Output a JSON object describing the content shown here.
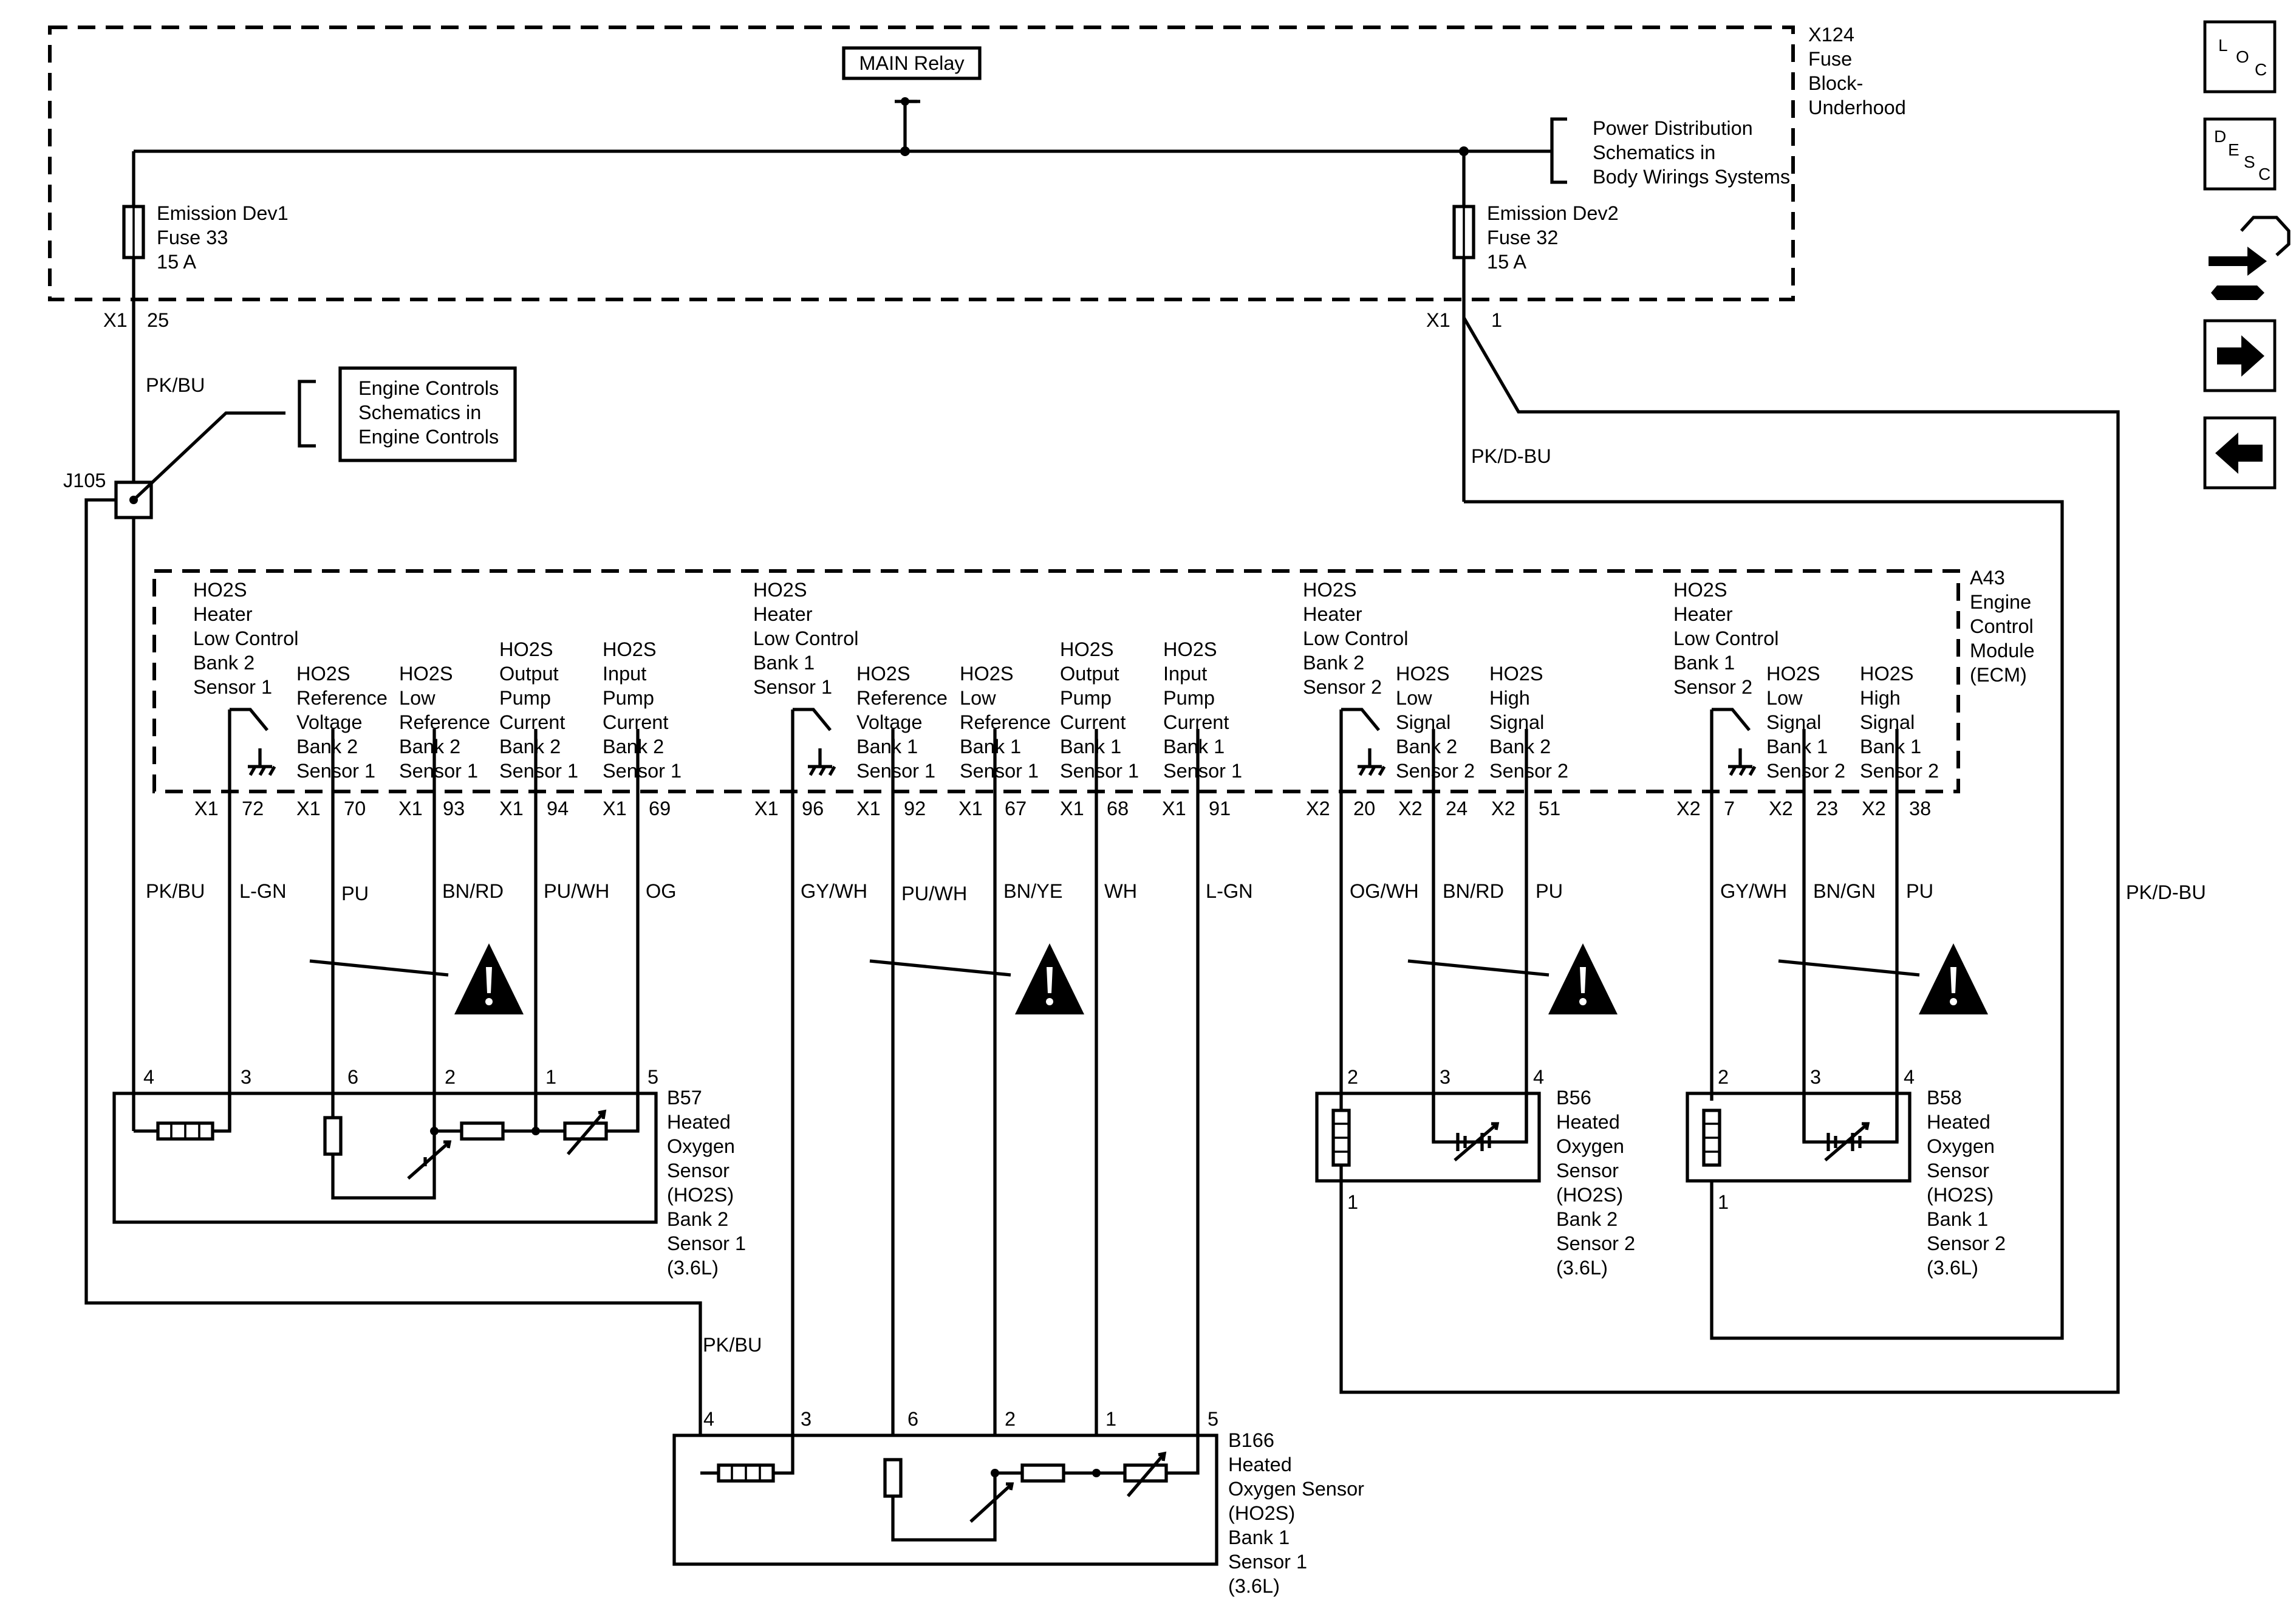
{
  "fuse_block": {
    "id": "X124",
    "name_lines": [
      "Fuse",
      "Block-",
      "Underhood"
    ],
    "main_relay": "MAIN Relay",
    "power_ref": [
      "Power Distribution",
      "Schematics in",
      "Body Wirings Systems"
    ],
    "fuse_left": {
      "lines": [
        "Emission Dev1",
        "Fuse 33",
        "15 A"
      ],
      "connector": "X1",
      "pin": "25"
    },
    "fuse_right": {
      "lines": [
        "Emission Dev2",
        "Fuse 32",
        "15 A"
      ],
      "connector": "X1",
      "pin": "1"
    }
  },
  "splice": {
    "id": "J105"
  },
  "engine_ref": [
    "Engine Controls",
    "Schematics in",
    "Engine Controls"
  ],
  "wires": {
    "feed_left": "PK/BU",
    "feed_right": "PK/D-BU",
    "right_loop": "PK/D-BU",
    "b166_feed": "PK/BU"
  },
  "ecm": {
    "id": "A43",
    "name_lines": [
      "Engine",
      "Control",
      "Module",
      "(ECM)"
    ],
    "groups": [
      {
        "heater": [
          "HO2S",
          "Heater",
          "Low Control",
          "Bank 2",
          "Sensor 1"
        ],
        "signals": [
          [
            "HO2S",
            "Reference",
            "Voltage",
            "Bank 2",
            "Sensor 1"
          ],
          [
            "HO2S",
            "Low",
            "Reference",
            "Bank 2",
            "Sensor 1"
          ],
          [
            "HO2S",
            "Output",
            "Pump",
            "Current",
            "Bank 2",
            "Sensor 1"
          ],
          [
            "HO2S",
            "Input",
            "Pump",
            "Current",
            "Bank 2",
            "Sensor 1"
          ]
        ],
        "pins": [
          [
            "X1",
            "72"
          ],
          [
            "X1",
            "70"
          ],
          [
            "X1",
            "93"
          ],
          [
            "X1",
            "94"
          ],
          [
            "X1",
            "69"
          ]
        ],
        "colors": [
          "L-GN",
          "PU",
          "BN/RD",
          "PU/WH",
          "OG"
        ]
      },
      {
        "heater": [
          "HO2S",
          "Heater",
          "Low Control",
          "Bank 1",
          "Sensor 1"
        ],
        "signals": [
          [
            "HO2S",
            "Reference",
            "Voltage",
            "Bank 1",
            "Sensor 1"
          ],
          [
            "HO2S",
            "Low",
            "Reference",
            "Bank 1",
            "Sensor 1"
          ],
          [
            "HO2S",
            "Output",
            "Pump",
            "Current",
            "Bank 1",
            "Sensor 1"
          ],
          [
            "HO2S",
            "Input",
            "Pump",
            "Current",
            "Bank 1",
            "Sensor 1"
          ]
        ],
        "pins": [
          [
            "X1",
            "96"
          ],
          [
            "X1",
            "92"
          ],
          [
            "X1",
            "67"
          ],
          [
            "X1",
            "68"
          ],
          [
            "X1",
            "91"
          ]
        ],
        "colors": [
          "GY/WH",
          "PU/WH",
          "BN/YE",
          "WH",
          "L-GN"
        ]
      },
      {
        "heater": [
          "HO2S",
          "Heater",
          "Low Control",
          "Bank 2",
          "Sensor 2"
        ],
        "signals": [
          [
            "HO2S",
            "Low",
            "Signal",
            "Bank 2",
            "Sensor 2"
          ],
          [
            "HO2S",
            "High",
            "Signal",
            "Bank 2",
            "Sensor 2"
          ]
        ],
        "pins": [
          [
            "X2",
            "20"
          ],
          [
            "X2",
            "24"
          ],
          [
            "X2",
            "51"
          ]
        ],
        "colors": [
          "OG/WH",
          "BN/RD",
          "PU"
        ]
      },
      {
        "heater": [
          "HO2S",
          "Heater",
          "Low Control",
          "Bank 1",
          "Sensor 2"
        ],
        "signals": [
          [
            "HO2S",
            "Low",
            "Signal",
            "Bank 1",
            "Sensor 2"
          ],
          [
            "HO2S",
            "High",
            "Signal",
            "Bank 1",
            "Sensor 2"
          ]
        ],
        "pins": [
          [
            "X2",
            "7"
          ],
          [
            "X2",
            "23"
          ],
          [
            "X2",
            "38"
          ]
        ],
        "colors": [
          "GY/WH",
          "BN/GN",
          "PU"
        ]
      }
    ],
    "feed_color": "PK/BU"
  },
  "sensors": {
    "b57": {
      "lines": [
        "B57",
        "Heated",
        "Oxygen",
        "Sensor",
        "(HO2S)",
        "Bank 2",
        "Sensor 1",
        "(3.6L)"
      ],
      "pins": [
        "4",
        "3",
        "6",
        "2",
        "1",
        "5"
      ]
    },
    "b166": {
      "lines": [
        "B166",
        "Heated",
        "Oxygen Sensor",
        "(HO2S)",
        "Bank 1",
        "Sensor 1",
        "(3.6L)"
      ],
      "pins": [
        "4",
        "3",
        "6",
        "2",
        "1",
        "5"
      ]
    },
    "b56": {
      "lines": [
        "B56",
        "Heated",
        "Oxygen",
        "Sensor",
        "(HO2S)",
        "Bank 2",
        "Sensor 2",
        "(3.6L)"
      ],
      "pins": [
        "2",
        "3",
        "4",
        "1"
      ]
    },
    "b58": {
      "lines": [
        "B58",
        "Heated",
        "Oxygen",
        "Sensor",
        "(HO2S)",
        "Bank 1",
        "Sensor 2",
        "(3.6L)"
      ],
      "pins": [
        "2",
        "3",
        "4",
        "1"
      ]
    }
  },
  "nav": {
    "loc": [
      "L",
      "O",
      "C"
    ],
    "desc": [
      "D",
      "E",
      "S",
      "C"
    ],
    "icons": [
      "connector-end-view-icon",
      "next-arrow-icon",
      "previous-arrow-icon"
    ]
  }
}
